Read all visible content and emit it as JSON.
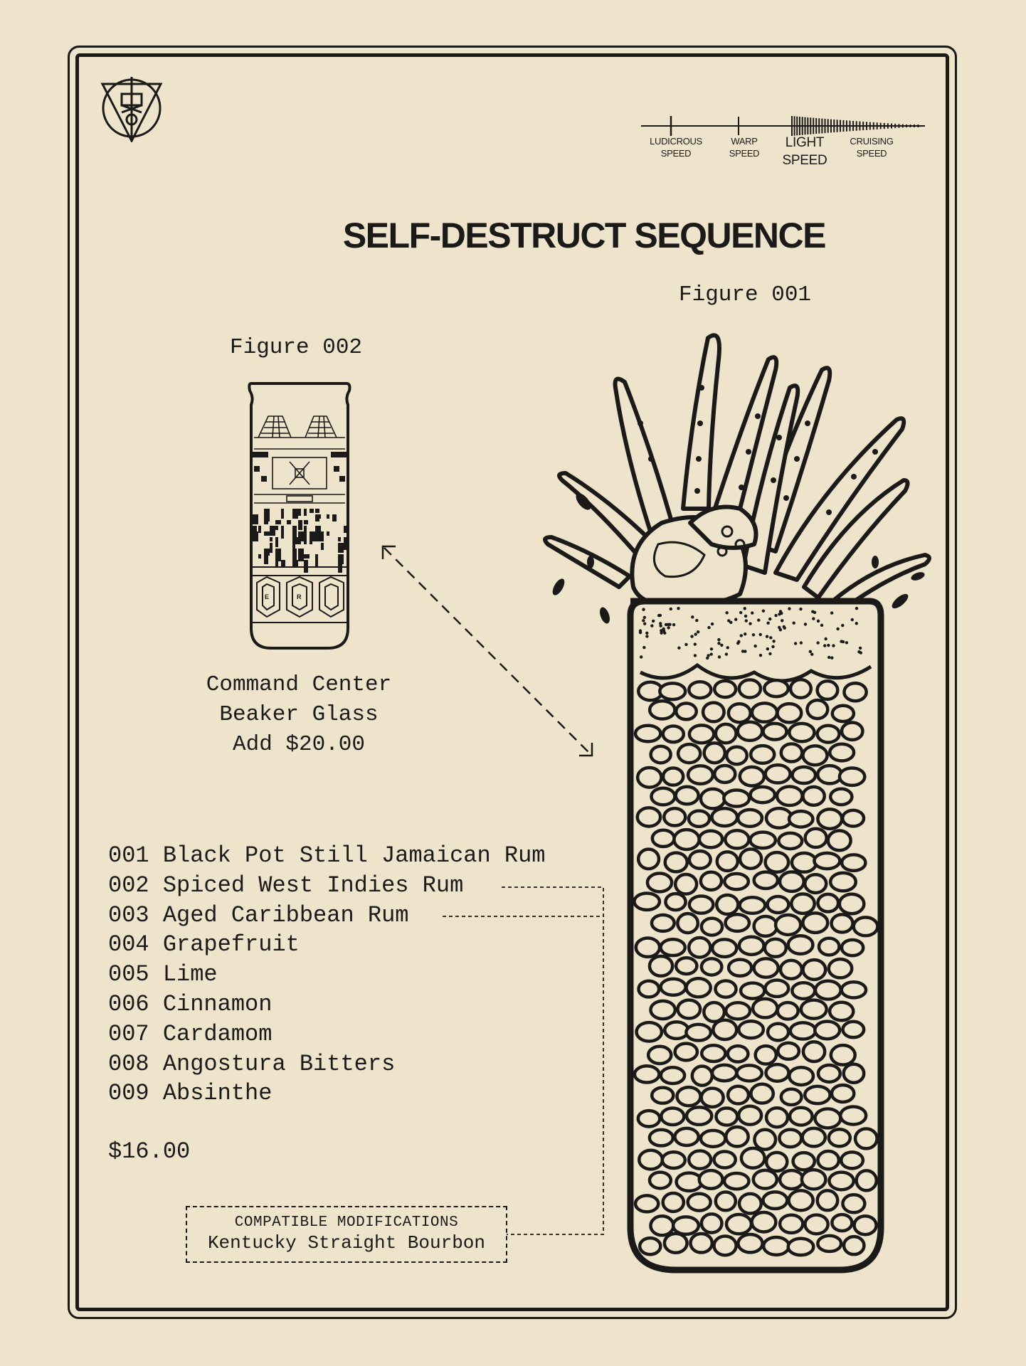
{
  "menu_item": {
    "title": "SELF-DESTRUCT SEQUENCE",
    "figure_main": "Figure 001",
    "figure_glass": "Figure 002",
    "glass_caption": [
      "Command Center",
      "Beaker Glass",
      "Add $20.00"
    ],
    "ingredients": [
      "001 Black Pot Still Jamaican Rum",
      "002 Spiced West Indies Rum",
      "003 Aged Caribbean Rum",
      "004 Grapefruit",
      "005 Lime",
      "006 Cinnamon",
      "007 Cardamom",
      "008 Angostura Bitters",
      "009 Absinthe"
    ],
    "price": "$16.00",
    "modifications": {
      "title": "COMPATIBLE MODIFICATIONS",
      "items": [
        "Kentucky Straight Bourbon"
      ]
    }
  },
  "speed_scale": {
    "labels": [
      {
        "line1": "LUDICROUS",
        "line2": "SPEED"
      },
      {
        "line1": "WARP",
        "line2": "SPEED"
      },
      {
        "line1": "LIGHT",
        "line2": "SPEED"
      },
      {
        "line1": "CRUISING",
        "line2": "SPEED"
      }
    ],
    "selected": "LIGHT SPEED"
  },
  "icons": {
    "logo": "triangle-circle-emblem-icon",
    "arrow": "double-headed-dashed-arrow-icon",
    "glass": "beaker-glass-illustration",
    "drink": "tall-tiki-glass-illustration"
  },
  "colors": {
    "background": "#eee4cc",
    "ink": "#1c1a18"
  }
}
